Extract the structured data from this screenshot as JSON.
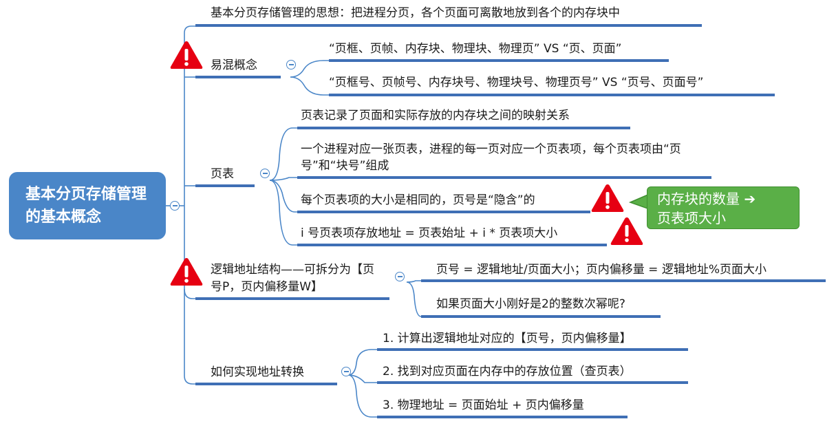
{
  "root": {
    "title": "基本分页存储管理的基本概念"
  },
  "branches": {
    "idea": {
      "text": "基本分页存储管理的思想：把进程分页，各个页面可离散地放到各个的内存块中"
    },
    "confusing": {
      "label": "易混概念",
      "items": [
        "“页框、页帧、内存块、物理块、物理页” VS “页、页面”",
        "“页框号、页帧号、内存块号、物理块号、物理页号” VS “页号、页面号”"
      ]
    },
    "page_table": {
      "label": "页表",
      "items": [
        "页表记录了页面和实际存放的内存块之间的映射关系",
        "一个进程对应一张页表，进程的每一页对应一个页表项，每个页表项由“页号”和“块号”组成",
        "每个页表项的大小是相同的，页号是“隐含”的",
        "i 号页表项存放地址 = 页表始址 + i * 页表项大小"
      ],
      "callout_line1": "内存块的数量 ➔",
      "callout_line2": "页表项大小"
    },
    "logical_address": {
      "label": "逻辑地址结构——可拆分为【页号P，页内偏移量W】",
      "items": [
        "页号 = 逻辑地址/页面大小；页内偏移量 = 逻辑地址%页面大小",
        "如果页面大小刚好是2的整数次幂呢?"
      ]
    },
    "translation": {
      "label": "如何实现地址转换",
      "items": [
        "1. 计算出逻辑地址对应的【页号，页内偏移量】",
        "2. 找到对应页面在内存中的存放位置（查页表）",
        "3. 物理地址 = 页面始址 + 页内偏移量"
      ]
    }
  },
  "colors": {
    "root_fill": "#4a86c8",
    "connector": "#4a86c8",
    "underline": "#3f6fb5",
    "warning": "#e60012",
    "callout_fill": "#5aaf47"
  }
}
